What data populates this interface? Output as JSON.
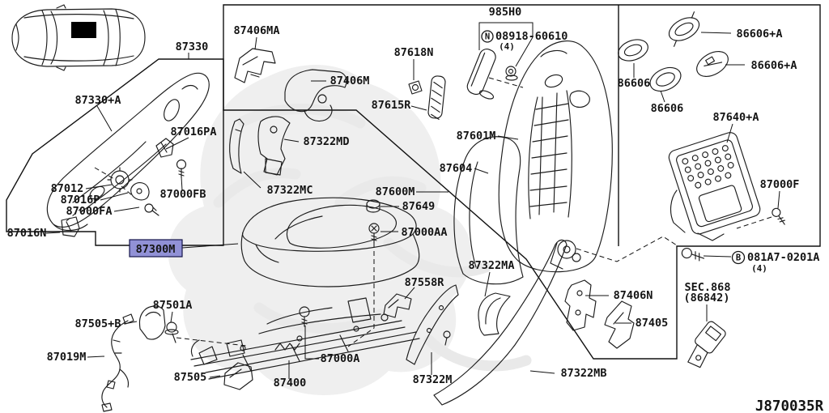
{
  "diagram": {
    "code": "J870035R",
    "highlighted_part": "87300M",
    "highlight_fill": "#9191d6",
    "line_color": "#1a1a1a",
    "background": "#ffffff",
    "labels": [
      {
        "id": "87330",
        "text": "87330"
      },
      {
        "id": "87330+A",
        "text": "87330+A"
      },
      {
        "id": "87016PA",
        "text": "87016PA"
      },
      {
        "id": "87012",
        "text": "87012"
      },
      {
        "id": "87016P",
        "text": "87016P"
      },
      {
        "id": "87000FA",
        "text": "87000FA"
      },
      {
        "id": "87000FB",
        "text": "87000FB"
      },
      {
        "id": "87016N",
        "text": "87016N"
      },
      {
        "id": "87300M",
        "text": "87300M"
      },
      {
        "id": "87406MA",
        "text": "87406MA"
      },
      {
        "id": "87406M",
        "text": "87406M"
      },
      {
        "id": "87618N",
        "text": "87618N"
      },
      {
        "id": "87615R",
        "text": "87615R"
      },
      {
        "id": "985H0",
        "text": "985H0"
      },
      {
        "id": "N-circle",
        "text": "N"
      },
      {
        "id": "08918-60610",
        "text": "08918-60610"
      },
      {
        "id": "qty-4-n",
        "text": "(4)"
      },
      {
        "id": "86606-left",
        "text": "86606"
      },
      {
        "id": "86606-bottom",
        "text": "86606"
      },
      {
        "id": "86606+A-top",
        "text": "86606+A"
      },
      {
        "id": "86606+A-second",
        "text": "86606+A"
      },
      {
        "id": "87640+A",
        "text": "87640+A"
      },
      {
        "id": "87601M",
        "text": "87601M"
      },
      {
        "id": "87604",
        "text": "87604"
      },
      {
        "id": "87600M",
        "text": "87600M"
      },
      {
        "id": "87649",
        "text": "87649"
      },
      {
        "id": "87000AA",
        "text": "87000AA"
      },
      {
        "id": "87322MD",
        "text": "87322MD"
      },
      {
        "id": "87322MC",
        "text": "87322MC"
      },
      {
        "id": "87322MA",
        "text": "87322MA"
      },
      {
        "id": "87558R",
        "text": "87558R"
      },
      {
        "id": "87505+B",
        "text": "87505+B"
      },
      {
        "id": "87501A",
        "text": "87501A"
      },
      {
        "id": "87019M",
        "text": "87019M"
      },
      {
        "id": "87505",
        "text": "87505"
      },
      {
        "id": "87400",
        "text": "87400"
      },
      {
        "id": "87000A",
        "text": "87000A"
      },
      {
        "id": "87322M",
        "text": "87322M"
      },
      {
        "id": "87322MB",
        "text": "87322MB"
      },
      {
        "id": "87406N",
        "text": "87406N"
      },
      {
        "id": "87405",
        "text": "87405"
      },
      {
        "id": "87000F",
        "text": "87000F"
      },
      {
        "id": "B-circle",
        "text": "B"
      },
      {
        "id": "081A7-0201A",
        "text": "081A7-0201A"
      },
      {
        "id": "qty-4-b",
        "text": "(4)"
      },
      {
        "id": "sec-ref",
        "text": "SEC.868"
      },
      {
        "id": "sec-part",
        "text": "(86842)"
      },
      {
        "id": "drawing-code",
        "text": "J870035R"
      }
    ]
  }
}
